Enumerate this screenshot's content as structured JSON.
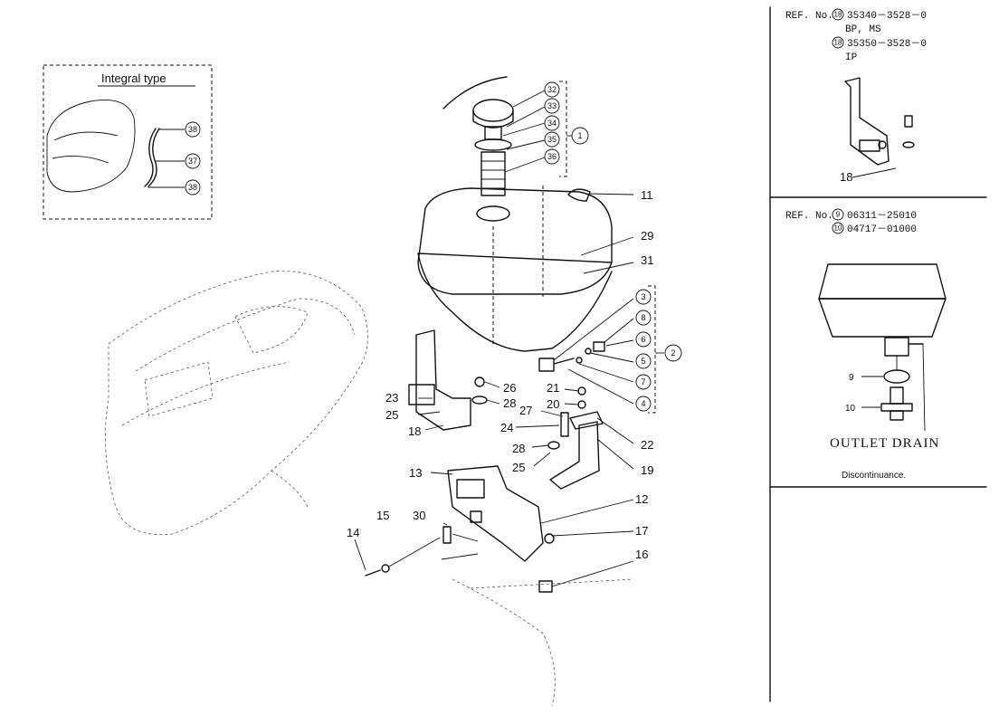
{
  "inset": {
    "title": "Integral type",
    "callouts": [
      "38",
      "37",
      "38"
    ]
  },
  "main_labels": {
    "l32": "32",
    "l33": "33",
    "l34": "34",
    "l35": "35",
    "l36": "36",
    "group1": "1",
    "l11": "11",
    "l29": "29",
    "l31": "31",
    "l3": "3",
    "l8": "8",
    "l6": "6",
    "l5": "5",
    "l7": "7",
    "l4": "4",
    "group2": "2",
    "l26": "26",
    "l28a": "28",
    "l23": "23",
    "l25a": "25",
    "l18": "18",
    "l21": "21",
    "l20": "20",
    "l27": "27",
    "l24": "24",
    "l22": "22",
    "l28b": "28",
    "l25b": "25",
    "l19": "19",
    "l13": "13",
    "l12": "12",
    "l17": "17",
    "l16": "16",
    "l15": "15",
    "l30": "30",
    "l14": "14"
  },
  "ref_panel_1": {
    "line1_prefix": "REF. No.",
    "line1_num": "18",
    "line1_code": "35340－3528－0",
    "line2": "BP, MS",
    "line3_num": "18",
    "line3_code": "35350－3528－0",
    "line4": "IP",
    "part_label": "18"
  },
  "ref_panel_2": {
    "line1_prefix": "REF. No.",
    "line1_num": "9",
    "line1_code": "06311－25010",
    "line2_num": "10",
    "line2_code": "04717－01000",
    "label9": "9",
    "label10": "10",
    "caption": "OUTLET DRAIN",
    "note": "Discontinuance."
  }
}
